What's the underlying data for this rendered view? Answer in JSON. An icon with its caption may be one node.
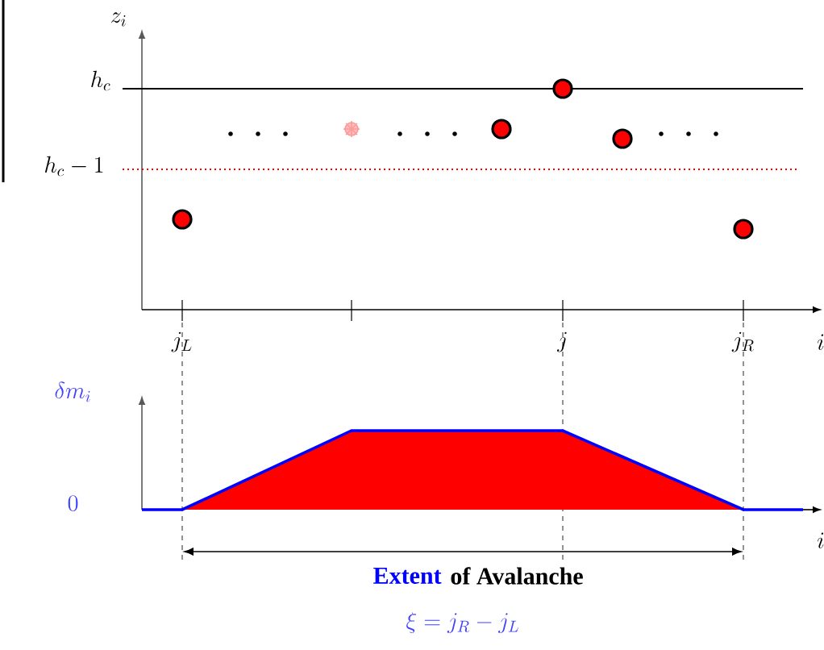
{
  "diagram": {
    "labels": [
      "z_i",
      "h_c",
      "h_c - 1",
      "j_L",
      "j",
      "j_R",
      "i",
      "\\delta m_i",
      "0",
      "i",
      "Extent",
      "of Avalanche",
      "\\xi = j_R - j_L"
    ]
  }
}
